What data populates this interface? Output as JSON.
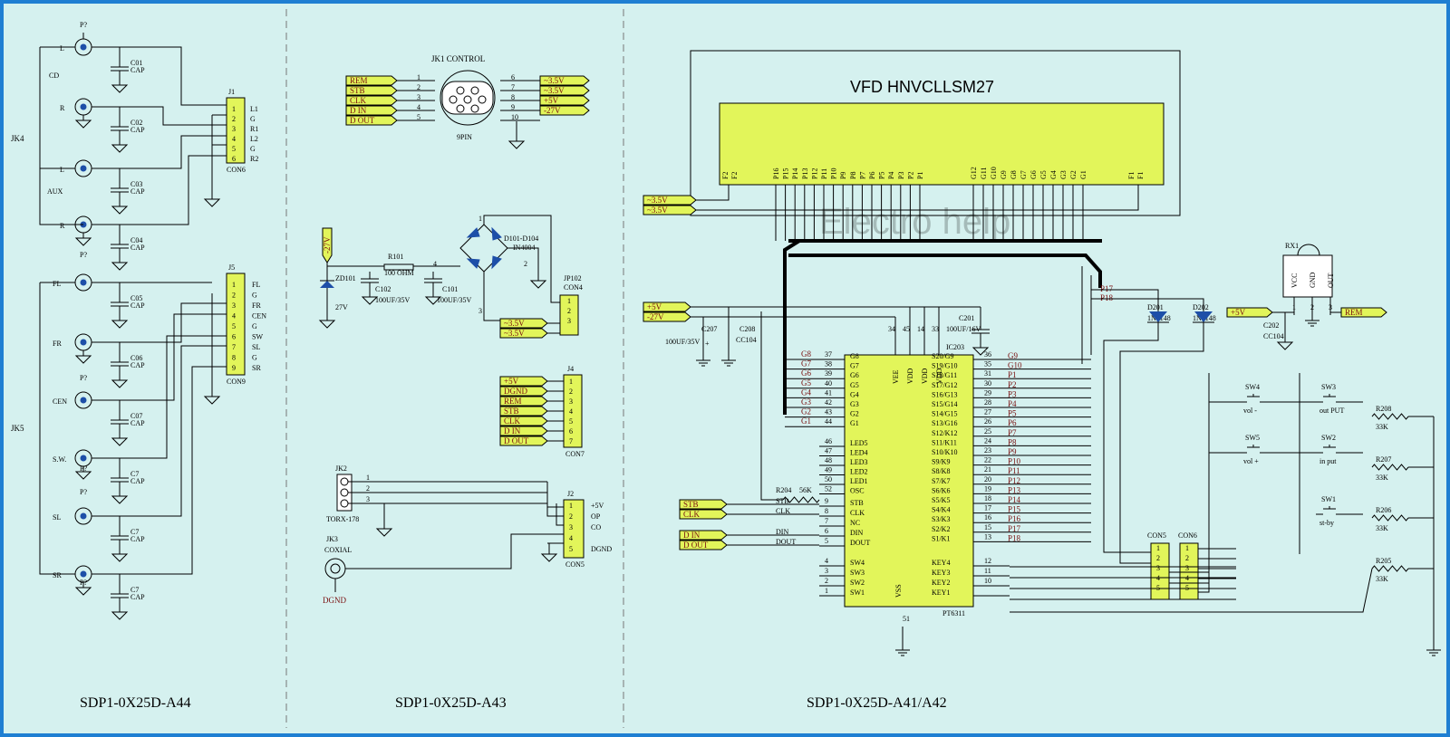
{
  "sections": [
    {
      "title": "SDP1-0X25D-A44"
    },
    {
      "title": "SDP1-0X25D-A43"
    },
    {
      "title": "SDP1-0X25D-A41/A42"
    }
  ],
  "vfd": {
    "title": "VFD  HNVCLLSM27",
    "top_pins": [
      "F2",
      "F2",
      "P16",
      "P15",
      "P14",
      "P13",
      "P12",
      "P11",
      "P10",
      "P9",
      "P8",
      "P7",
      "P6",
      "P5",
      "P4",
      "P3",
      "P2",
      "P1",
      "G12",
      "G11",
      "G10",
      "G9",
      "G8",
      "G7",
      "G6",
      "G5",
      "G4",
      "G3",
      "G2",
      "G1",
      "F1",
      "F1"
    ]
  },
  "watermark": "Electro help",
  "a44": {
    "jack_labels": [
      "JK4",
      "JK5"
    ],
    "jk4_pins": [
      "L",
      "R",
      "L",
      "R"
    ],
    "jk4_groups": [
      "CD",
      "AUX"
    ],
    "jk5_pins": [
      "FL",
      "FR",
      "CEN",
      "S.W.",
      "SL",
      "SR"
    ],
    "p_labels": [
      "P?",
      "P?",
      "P?",
      "P?",
      "P?",
      "P?",
      "P?",
      "P?"
    ],
    "caps": [
      "C01",
      "C02",
      "C03",
      "C04",
      "C05",
      "C06",
      "C07",
      "C7",
      "C7",
      "C7"
    ],
    "cap_value": "CAP",
    "j1": {
      "name": "J1",
      "type": "CON6",
      "pins": [
        "1",
        "2",
        "3",
        "4",
        "5",
        "6"
      ],
      "labels": [
        "L1",
        "G",
        "R1",
        "L2",
        "G",
        "R2"
      ]
    },
    "j5": {
      "name": "J5",
      "type": "CON9",
      "pins": [
        "1",
        "2",
        "3",
        "4",
        "5",
        "6",
        "7",
        "8",
        "9"
      ],
      "labels": [
        "FL",
        "G",
        "FR",
        "CEN",
        "G",
        "SW",
        "SL",
        "G",
        "SR"
      ]
    }
  },
  "a43": {
    "jk1": {
      "name": "JK1  CONTROL",
      "sub": "9PIN",
      "left": [
        "REM",
        "STB",
        "CLK",
        "D IN",
        "D OUT"
      ],
      "left_pins": [
        "1",
        "2",
        "3",
        "4",
        "5"
      ],
      "right": [
        "~3.5V",
        "~3.5V",
        "+5V",
        "-27V"
      ],
      "right_pins": [
        "6",
        "7",
        "8",
        "9",
        "10"
      ]
    },
    "power": {
      "neg27": "-27V",
      "zd": "ZD101",
      "zd_val": "27V",
      "r101": "R101",
      "r101_val": "100 OHM",
      "c102": "C102",
      "c102_val": "100UF/35V",
      "c101": "C101",
      "c101_val": "100UF/35V",
      "node4": "4",
      "node1": "1",
      "node2": "2",
      "node3": "3",
      "plus": "+",
      "diode": "D101-D104",
      "diode_type": "IN4004",
      "jp102": "JP102",
      "con4": "CON4",
      "ac": [
        "~3.5V",
        "~3.5V"
      ],
      "jp_pins": [
        "1",
        "2",
        "3"
      ]
    },
    "j4": {
      "name": "J4",
      "type": "CON7",
      "labels": [
        "+5V",
        "DGND",
        "REM",
        "STB",
        "CLK",
        "D IN",
        "D OUT"
      ],
      "pins": [
        "1",
        "2",
        "3",
        "4",
        "5",
        "6",
        "7"
      ]
    },
    "jk2": {
      "name": "JK2",
      "type": "TORX-178",
      "pins": [
        "1",
        "2",
        "3"
      ]
    },
    "jk3": {
      "name": "JK3",
      "type": "COXIAL",
      "gnd": "DGND"
    },
    "j2": {
      "name": "J2",
      "type": "CON5",
      "pins": [
        "1",
        "2",
        "3",
        "4",
        "5"
      ],
      "labels": [
        "+5V",
        "OP",
        "CO",
        "",
        "DGND"
      ]
    }
  },
  "a41": {
    "ac_left": [
      "~3.5V",
      "~3.5V"
    ],
    "supply": [
      "+5V",
      "-27V"
    ],
    "c201": "C201",
    "c201_val": "100UF/16V",
    "c207": "C207",
    "c207_val": "100UF/35V",
    "c207_plus": "+",
    "c208": "C208",
    "c208_val": "CC104",
    "ic": {
      "name": "IC203",
      "type": "PT6311",
      "top_pin_nums": [
        "34",
        "45",
        "14",
        "33"
      ],
      "top_pins": [
        "VEE",
        "VDD",
        "VDD",
        "VDD"
      ],
      "vss": "VSS",
      "vss_num": "51",
      "left_pins": [
        "G8",
        "G7",
        "G6",
        "G5",
        "G4",
        "G3",
        "G2",
        "G1",
        "LED5",
        "LED4",
        "LED3",
        "LED2",
        "LED1",
        "OSC",
        "STB",
        "CLK",
        "NC",
        "DIN",
        "DOUT",
        "SW4",
        "SW3",
        "SW2",
        "SW1"
      ],
      "left_nums": [
        "37",
        "38",
        "39",
        "40",
        "41",
        "42",
        "43",
        "44",
        "46",
        "47",
        "48",
        "49",
        "50",
        "52",
        "9",
        "8",
        "7",
        "6",
        "5",
        "4",
        "3",
        "2",
        "1"
      ],
      "left_ext": [
        "G8",
        "G7",
        "G6",
        "G5",
        "G4",
        "G3",
        "G2",
        "G1"
      ],
      "right_pins": [
        "S20/G9",
        "S19/G10",
        "S18/G11",
        "S17/G12",
        "S16/G13",
        "S15/G14",
        "S14/G15",
        "S13/G16",
        "S12/K12",
        "S11/K11",
        "S10/K10",
        "S9/K9",
        "S8/K8",
        "S7/K7",
        "S6/K6",
        "S5/K5",
        "S4/K4",
        "S3/K3",
        "S2/K2",
        "S1/K1",
        "KEY4",
        "KEY3",
        "KEY2",
        "KEY1"
      ],
      "right_nums": [
        "36",
        "35",
        "31",
        "30",
        "29",
        "28",
        "27",
        "26",
        "25",
        "24",
        "23",
        "22",
        "21",
        "20",
        "19",
        "18",
        "17",
        "16",
        "15",
        "13",
        "12",
        "11",
        "10"
      ],
      "right_ext": [
        "G9",
        "G10",
        "P1",
        "P2",
        "P3",
        "P4",
        "P5",
        "P6",
        "P7",
        "P8",
        "P9",
        "P10",
        "P11",
        "P12",
        "P13",
        "P14",
        "P15",
        "P16",
        "P17",
        "P18"
      ]
    },
    "r204": "R204",
    "r204_val": "56K",
    "ctrl_in": [
      "STB",
      "CLK",
      "D IN",
      "D OUT"
    ],
    "ctrl_text": [
      "STB",
      "CLK",
      "DIN",
      "DOUT"
    ],
    "rx1": {
      "name": "RX1",
      "pins": [
        "VCC",
        "GND",
        "OUT"
      ],
      "nums": [
        "1",
        "2",
        "3"
      ],
      "out": "REM",
      "supply": "+5V",
      "cap": "C202",
      "cap_val": "CC104"
    },
    "diodes": {
      "p17": "P17",
      "p18": "P18",
      "d201": "D201",
      "d201_val": "1N4148",
      "d202": "D202",
      "d202_val": "1N4148"
    },
    "switches": [
      {
        "name": "SW4",
        "label": "vol -"
      },
      {
        "name": "SW3",
        "label": "out PUT"
      },
      {
        "name": "SW5",
        "label": "vol +"
      },
      {
        "name": "SW2",
        "label": "in put"
      },
      {
        "name": "SW1",
        "label": "st-by"
      }
    ],
    "resistors": [
      {
        "name": "R208",
        "val": "33K"
      },
      {
        "name": "R207",
        "val": "33K"
      },
      {
        "name": "R206",
        "val": "33K"
      },
      {
        "name": "R205",
        "val": "33K"
      }
    ],
    "con5": {
      "name": "CON5",
      "pins": [
        "1",
        "2",
        "3",
        "4",
        "5"
      ]
    },
    "con6": {
      "name": "CON6",
      "pins": [
        "1",
        "2",
        "3",
        "4",
        "5"
      ]
    }
  }
}
